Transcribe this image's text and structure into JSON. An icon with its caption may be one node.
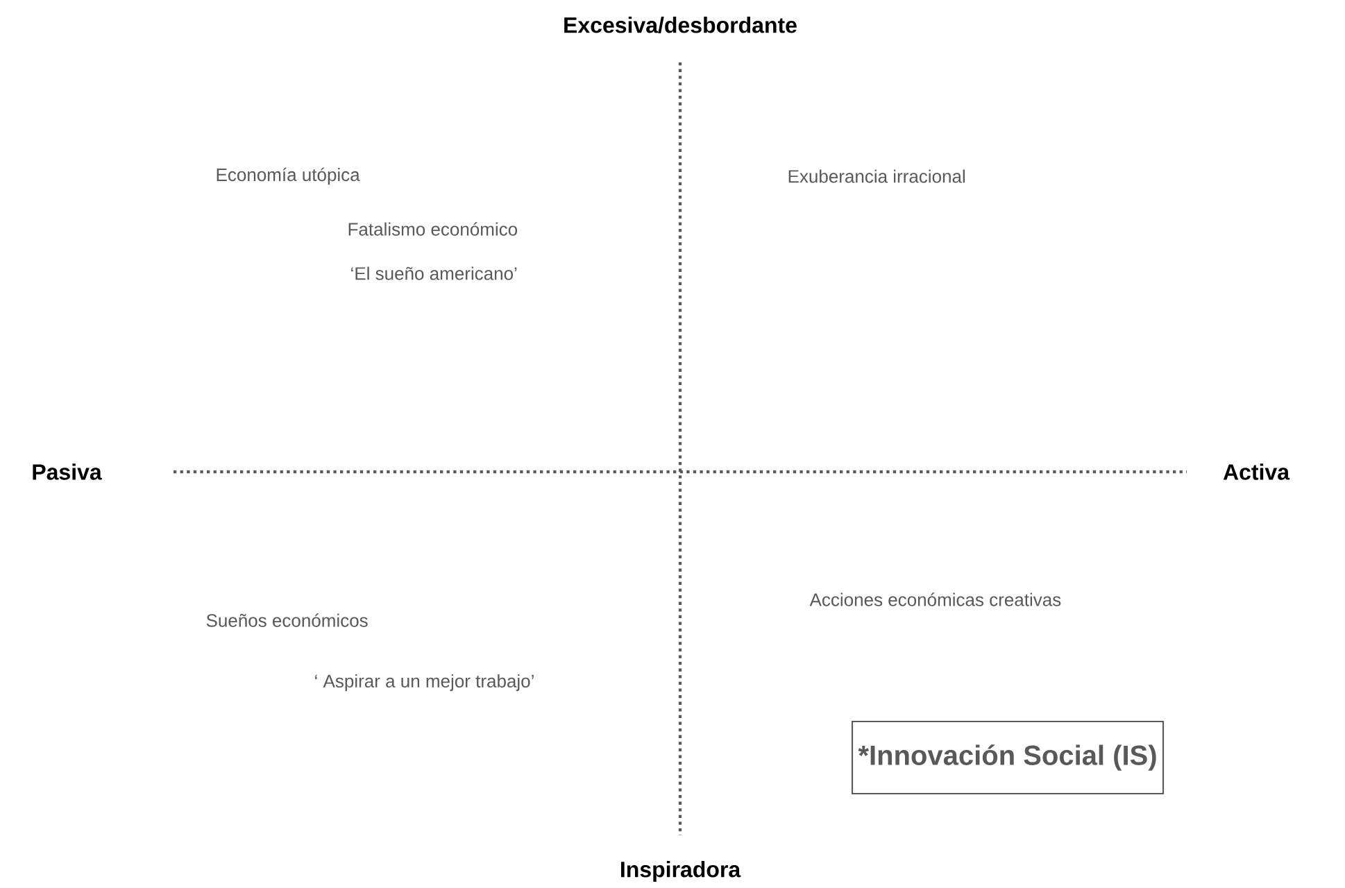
{
  "diagram": {
    "nodes": [
      {
        "text": [
          "*Innovación Social (IS)"
        ]
      }
    ],
    "labels": [
      "Excesiva/desbordante",
      "Economía utópica",
      "Exuberancia irracional",
      "Fatalismo económico",
      "‘El sueño americano’",
      "Pasiva",
      "Activa",
      "Acciones económicas creativas",
      "Sueños económicos",
      "‘ Aspirar a un mejor trabajo’",
      "Inspiradora"
    ]
  }
}
